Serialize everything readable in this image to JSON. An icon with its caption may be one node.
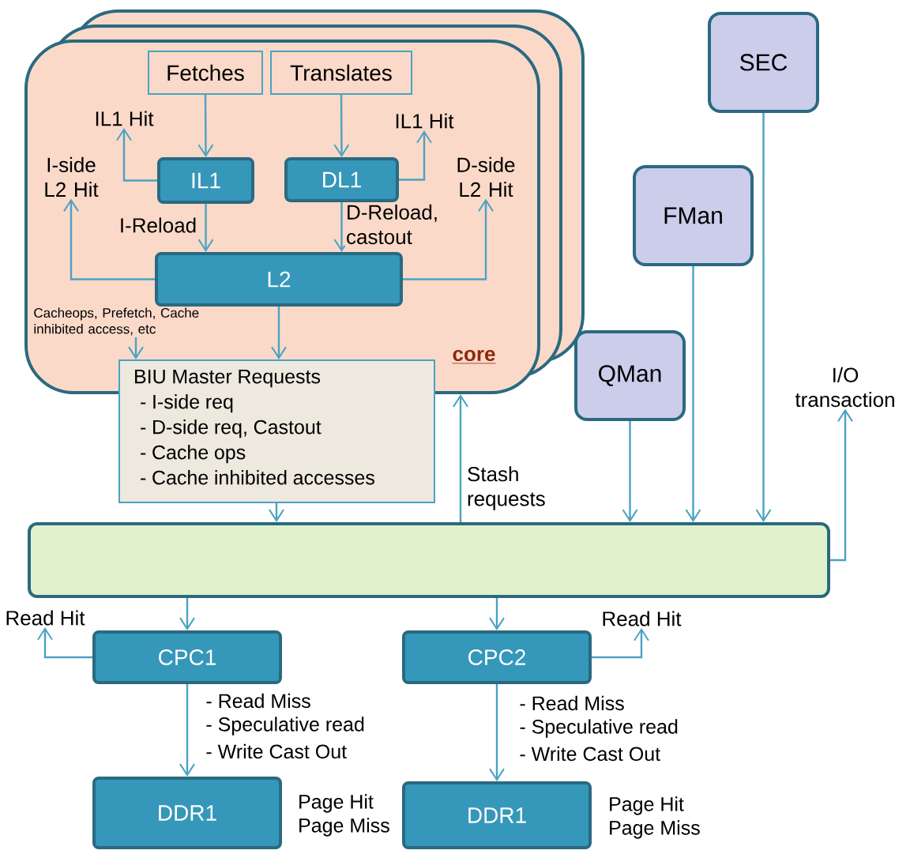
{
  "diagram": {
    "nodes": [
      {
        "text": [
          "core"
        ]
      },
      {
        "text": [
          "Fetches"
        ],
        "in": 0
      },
      {
        "text": [
          "Translates"
        ],
        "in": 0
      },
      {
        "text": [
          "IL1"
        ],
        "in": 0
      },
      {
        "text": [
          "DL1"
        ],
        "in": 0
      },
      {
        "text": [
          "L2"
        ],
        "in": 0
      },
      {
        "text": [
          "IL1 Hit"
        ],
        "in": 0
      },
      {
        "text": [
          "I-side L2 Hit"
        ],
        "in": 0
      },
      {
        "text": [
          "IL1 Hit"
        ],
        "in": 0
      },
      {
        "text": [
          "D-side L2 Hit"
        ],
        "in": 0
      },
      {
        "text": [
          "BIU Master Requests",
          "- I-side req",
          "- D-side req, Castout",
          "- Cache ops",
          "- Cache inhibited accesses"
        ]
      },
      {
        "text": [
          "Cacheops, Prefetch, Cache inhibited access, etc"
        ],
        "in": 0
      },
      {
        "text": [
          "SEC"
        ]
      },
      {
        "text": [
          "FMan"
        ]
      },
      {
        "text": [
          "QMan"
        ]
      },
      {
        "text": [],
        "shape": "box"
      },
      {
        "text": [
          "I/O transaction"
        ]
      },
      {
        "text": [
          "CPC1"
        ]
      },
      {
        "text": [
          "CPC2"
        ]
      },
      {
        "text": [
          "Read Hit"
        ]
      },
      {
        "text": [
          "Read Hit"
        ]
      },
      {
        "text": [
          "DDR1"
        ],
        "beside": [
          "Page Hit",
          "Page Miss"
        ]
      },
      {
        "text": [
          "DDR1"
        ],
        "beside": [
          "Page Hit",
          "Page Miss"
        ]
      }
    ],
    "edges": [
      {
        "from": 1,
        "to": 3,
        "arrow": "to"
      },
      {
        "from": 2,
        "to": 4,
        "arrow": "to"
      },
      {
        "from": 3,
        "to": 6,
        "arrow": "to"
      },
      {
        "from": 4,
        "to": 8,
        "arrow": "to"
      },
      {
        "from": 3,
        "to": 5,
        "arrow": "to",
        "label": "I-Reload"
      },
      {
        "from": 4,
        "to": 5,
        "arrow": "to",
        "label": "D-Reload, castout"
      },
      {
        "from": 5,
        "to": 7,
        "arrow": "to"
      },
      {
        "from": 5,
        "to": 9,
        "arrow": "to"
      },
      {
        "from": 5,
        "to": 10,
        "arrow": "to"
      },
      {
        "from": 11,
        "to": 10,
        "arrow": "to"
      },
      {
        "from": 10,
        "to": 15,
        "arrow": "to"
      },
      {
        "from": 15,
        "to": 0,
        "arrow": "to",
        "label": "Stash requests"
      },
      {
        "from": 14,
        "to": 15,
        "arrow": "to"
      },
      {
        "from": 13,
        "to": 15,
        "arrow": "to"
      },
      {
        "from": 12,
        "to": 15,
        "arrow": "to"
      },
      {
        "from": 15,
        "to": 16,
        "arrow": "to"
      },
      {
        "from": 15,
        "to": 17,
        "arrow": "to"
      },
      {
        "from": 15,
        "to": 18,
        "arrow": "to"
      },
      {
        "from": 17,
        "to": 19,
        "arrow": "to"
      },
      {
        "from": 18,
        "to": 20,
        "arrow": "to"
      },
      {
        "from": 17,
        "to": 21,
        "arrow": "to"
      },
      {
        "from": 18,
        "to": 22,
        "arrow": "to"
      }
    ],
    "labels": [
      "- Read Miss",
      "- Speculative read",
      "- Write Cast Out",
      "- Read Miss",
      "- Speculative read",
      "- Write Cast Out"
    ]
  }
}
